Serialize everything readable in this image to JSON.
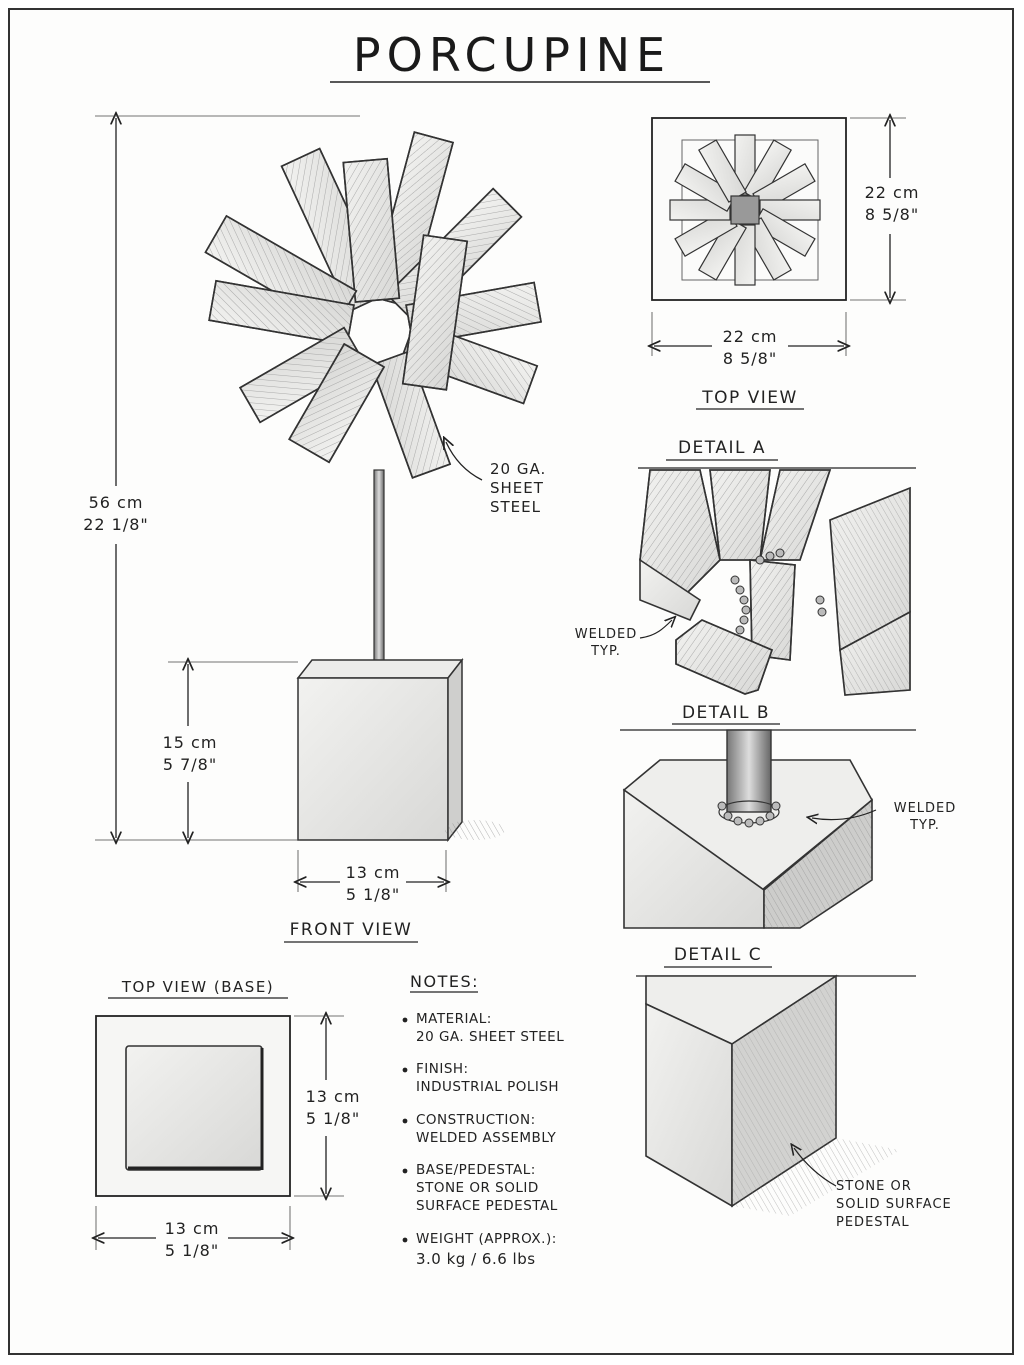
{
  "title": "PORCUPINE",
  "front_view": {
    "label": "FRONT VIEW",
    "height_total_cm": "56 cm",
    "height_total_in": "22 1/8\"",
    "base_height_cm": "15 cm",
    "base_height_in": "5 7/8\"",
    "base_width_cm": "13 cm",
    "base_width_in": "5 1/8\"",
    "callout_material_1": "20 GA.",
    "callout_material_2": "SHEET",
    "callout_material_3": "STEEL"
  },
  "top_view": {
    "label": "TOP VIEW",
    "height_cm": "22 cm",
    "height_in": "8 5/8\"",
    "width_cm": "22 cm",
    "width_in": "8 5/8\""
  },
  "detail_a": {
    "label": "DETAIL A",
    "callout_1": "WELDED",
    "callout_2": "TYP."
  },
  "detail_b": {
    "label": "DETAIL B",
    "callout_1": "WELDED",
    "callout_2": "TYP."
  },
  "detail_c": {
    "label": "DETAIL C",
    "callout_1": "STONE OR",
    "callout_2": "SOLID SURFACE",
    "callout_3": "PEDESTAL"
  },
  "top_view_base": {
    "label": "TOP VIEW (BASE)",
    "height_cm": "13 cm",
    "height_in": "5 1/8\"",
    "width_cm": "13 cm",
    "width_in": "5 1/8\""
  },
  "notes": {
    "heading": "NOTES:",
    "items": [
      {
        "key": "MATERIAL:",
        "value": "20 GA. SHEET STEEL"
      },
      {
        "key": "FINISH:",
        "value": "INDUSTRIAL POLISH"
      },
      {
        "key": "CONSTRUCTION:",
        "value": "WELDED ASSEMBLY"
      },
      {
        "key": "BASE/PEDESTAL:",
        "value": "STONE OR SOLID",
        "value2": "SURFACE PEDESTAL"
      },
      {
        "key": "WEIGHT (APPROX.):",
        "value": "3.0 kg / 6.6 lbs"
      }
    ]
  }
}
